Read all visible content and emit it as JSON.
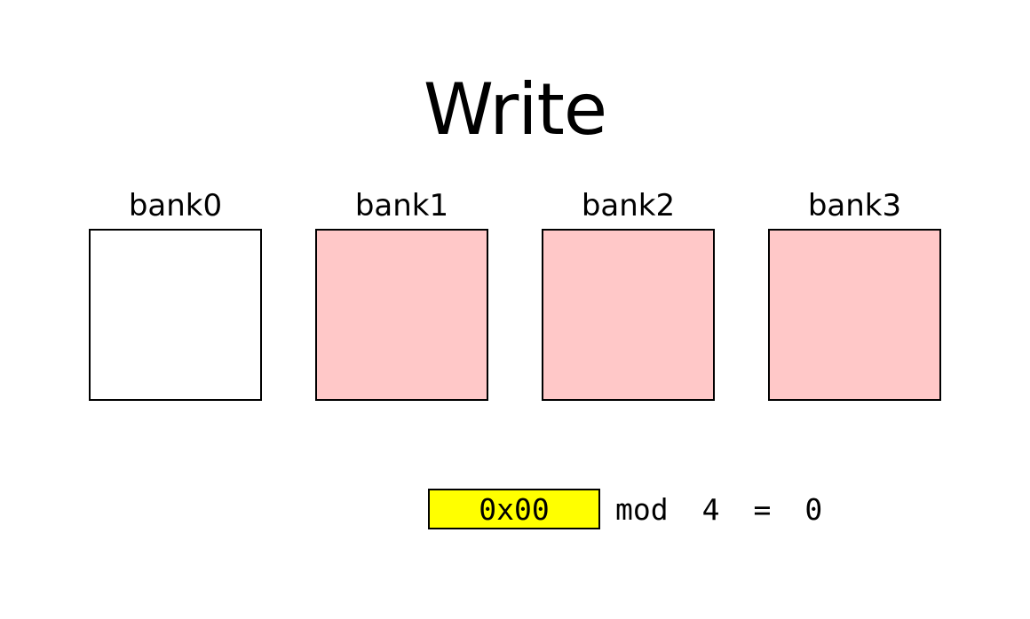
{
  "title": "Write",
  "banks": [
    {
      "label": "bank0",
      "filled": false
    },
    {
      "label": "bank1",
      "filled": true
    },
    {
      "label": "bank2",
      "filled": true
    },
    {
      "label": "bank3",
      "filled": true
    }
  ],
  "address": {
    "value": "0x00",
    "expression": "mod 4 = 0"
  },
  "colors": {
    "bank_filled": "#ffc8c8",
    "bank_empty": "#ffffff",
    "address_highlight": "#ffff00",
    "border": "#000000"
  }
}
